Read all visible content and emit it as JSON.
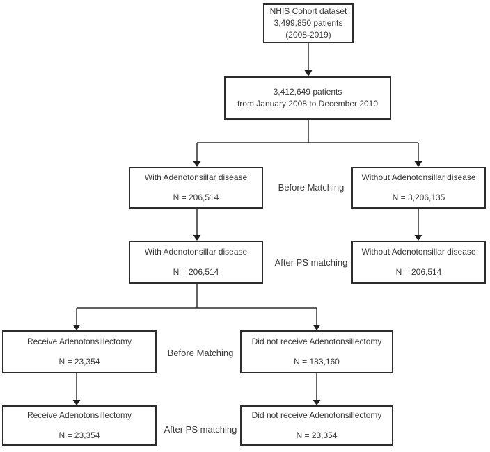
{
  "diagram": {
    "title_hint": "Patient selection flowchart",
    "colors": {
      "background": "#ffffff",
      "box_border": "#2d2d2d",
      "line": "#2d2d2d",
      "text": "#383838"
    },
    "boxes": {
      "nhis_dataset": {
        "line1": "NHIS Cohort dataset",
        "line2": "3,499,850 patients",
        "line3": "(2008-2019)"
      },
      "period_cohort": {
        "line1": "3,412,649 patients",
        "line2": "from January 2008 to December 2010"
      },
      "with_disease_before": {
        "line1": "With Adenotonsillar disease",
        "line2": "N = 206,514"
      },
      "without_disease_before": {
        "line1": "Without Adenotonsillar disease",
        "line2": "N = 3,206,135"
      },
      "with_disease_after": {
        "line1": "With Adenotonsillar disease",
        "line2": "N = 206,514"
      },
      "without_disease_after": {
        "line1": "Without Adenotonsillar disease",
        "line2": "N = 206,514"
      },
      "receive_surgery_before": {
        "line1": "Receive Adenotonsillectomy",
        "line2": "N = 23,354"
      },
      "no_surgery_before": {
        "line1": "Did not receive Adenotonsillectomy",
        "line2": "N = 183,160"
      },
      "receive_surgery_after": {
        "line1": "Receive Adenotonsillectomy",
        "line2": "N = 23,354"
      },
      "no_surgery_after": {
        "line1": "Did not receive Adenotonsillectomy",
        "line2": "N = 23,354"
      }
    },
    "labels": {
      "matching_disease_before": "Before Matching",
      "matching_disease_after": "After PS matching",
      "matching_surgery_before": "Before Matching",
      "matching_surgery_after": "After PS matching"
    }
  }
}
